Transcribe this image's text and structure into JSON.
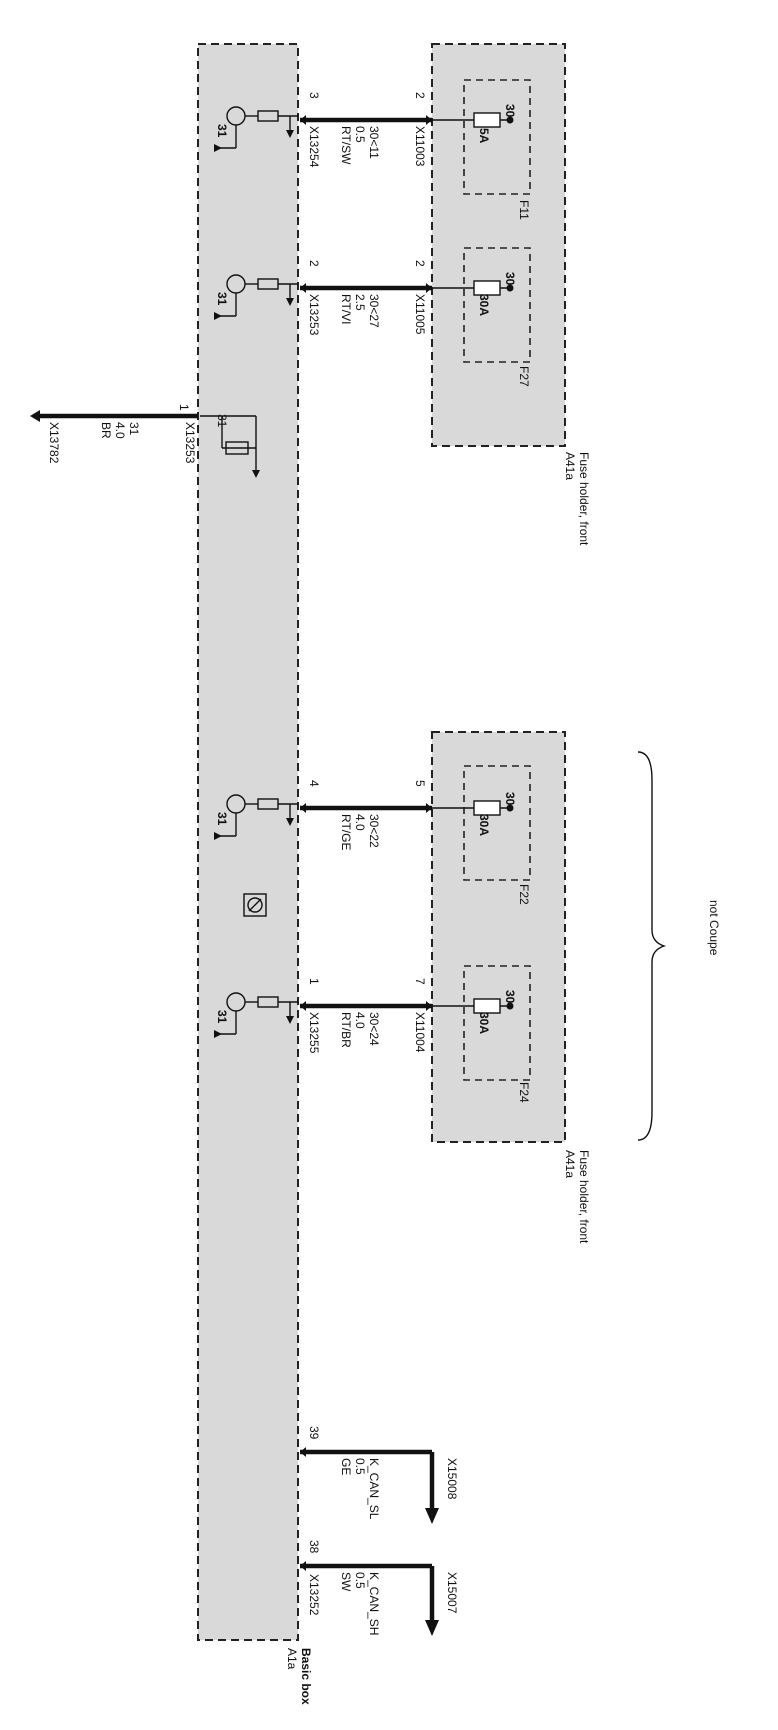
{
  "modules": {
    "basic_box": {
      "id": "A1a",
      "name": "Basic box"
    },
    "fuse_holder_upper": {
      "id": "A41a",
      "name": "Fuse holder, front"
    },
    "fuse_holder_lower": {
      "id": "A41a",
      "name": "Fuse holder, front"
    }
  },
  "note": "not Coupe",
  "fuses": [
    {
      "name": "F11",
      "rating": "5A",
      "terminal": "30"
    },
    {
      "name": "F27",
      "rating": "30A",
      "terminal": "30"
    },
    {
      "name": "F22",
      "rating": "30A",
      "terminal": "30"
    },
    {
      "name": "F24",
      "rating": "30A",
      "terminal": "30"
    }
  ],
  "circuits": [
    {
      "left_pin": "3",
      "left_connector": "X13254",
      "right_pin": "2",
      "right_connector": "X11003",
      "signal": "30<11",
      "gauge": "0.5",
      "color": "RT/SW",
      "ground_label": "31"
    },
    {
      "left_pin": "2",
      "left_connector": "X13253",
      "right_pin": "2",
      "right_connector": "X11005",
      "signal": "30<27",
      "gauge": "2.5",
      "color": "RT/VI",
      "ground_label": "31"
    },
    {
      "left_pin": "4",
      "left_connector": "",
      "right_pin": "5",
      "right_connector": "",
      "signal": "30<22",
      "gauge": "4.0",
      "color": "RT/GE",
      "ground_label": "31"
    },
    {
      "left_pin": "1",
      "left_connector": "X13255",
      "right_pin": "7",
      "right_connector": "X11004",
      "signal": "30<24",
      "gauge": "4.0",
      "color": "RT/BR",
      "ground_label": "31"
    }
  ],
  "ground": {
    "pin": "1",
    "connector": "X13253",
    "end_connector": "X13782",
    "signal": "31",
    "gauge": "4.0",
    "color": "BR",
    "internal_label": "31"
  },
  "can_bus": [
    {
      "pin": "39",
      "end_connector": "X15008",
      "signal": "K_CAN_SL",
      "gauge": "0.5",
      "color": "GE"
    },
    {
      "pin": "38",
      "end_connector": "X15007",
      "signal": "K_CAN_SH",
      "gauge": "0.5",
      "color": "SW"
    }
  ],
  "can_connector": "X13252"
}
